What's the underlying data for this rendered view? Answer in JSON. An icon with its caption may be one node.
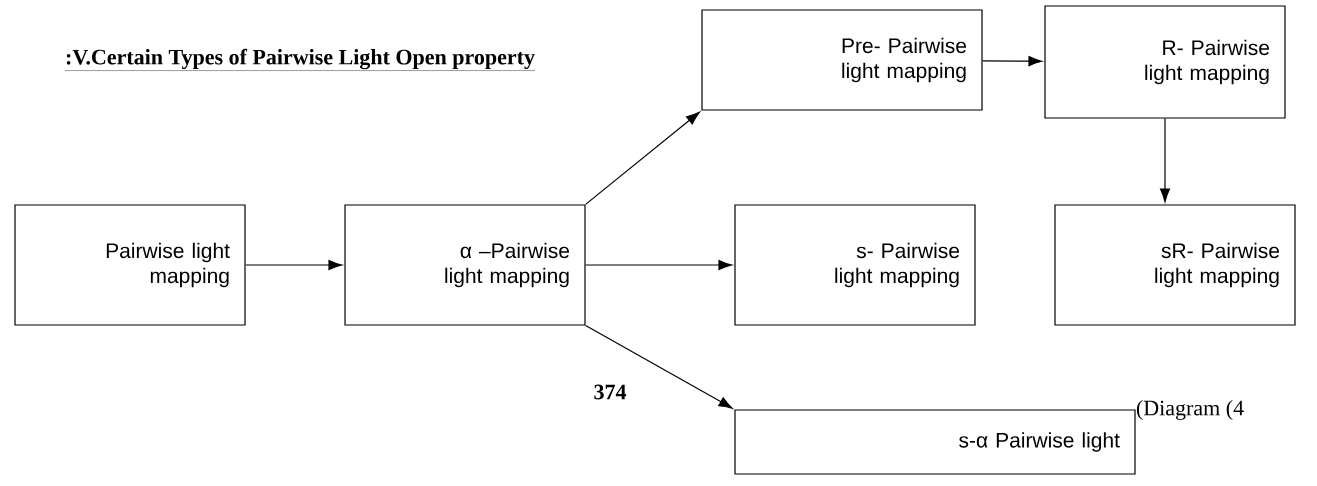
{
  "diagram": {
    "nodes": [
      {
        "text": [
          "Pairwise light mapping"
        ]
      },
      {
        "text": [
          "α –Pairwise light mapping"
        ]
      },
      {
        "text": [
          "Pre- Pairwise light mapping"
        ]
      },
      {
        "text": [
          "R- Pairwise light mapping"
        ]
      },
      {
        "text": [
          "s- Pairwise light mapping"
        ]
      },
      {
        "text": [
          "sR- Pairwise light mapping"
        ]
      },
      {
        "text": [
          "s-α Pairwise light"
        ]
      }
    ],
    "edges": [
      {
        "from": 0,
        "to": 1,
        "arrow": "to"
      },
      {
        "from": 1,
        "to": 2,
        "arrow": "to"
      },
      {
        "from": 1,
        "to": 4,
        "arrow": "to"
      },
      {
        "from": 1,
        "to": 6,
        "arrow": "to"
      },
      {
        "from": 2,
        "to": 3,
        "arrow": "to"
      },
      {
        "from": 3,
        "to": 5,
        "arrow": "to"
      }
    ],
    "labels": [
      ":V.Certain Types of Pairwise Light Open property",
      "374",
      "(Diagram (4"
    ]
  }
}
